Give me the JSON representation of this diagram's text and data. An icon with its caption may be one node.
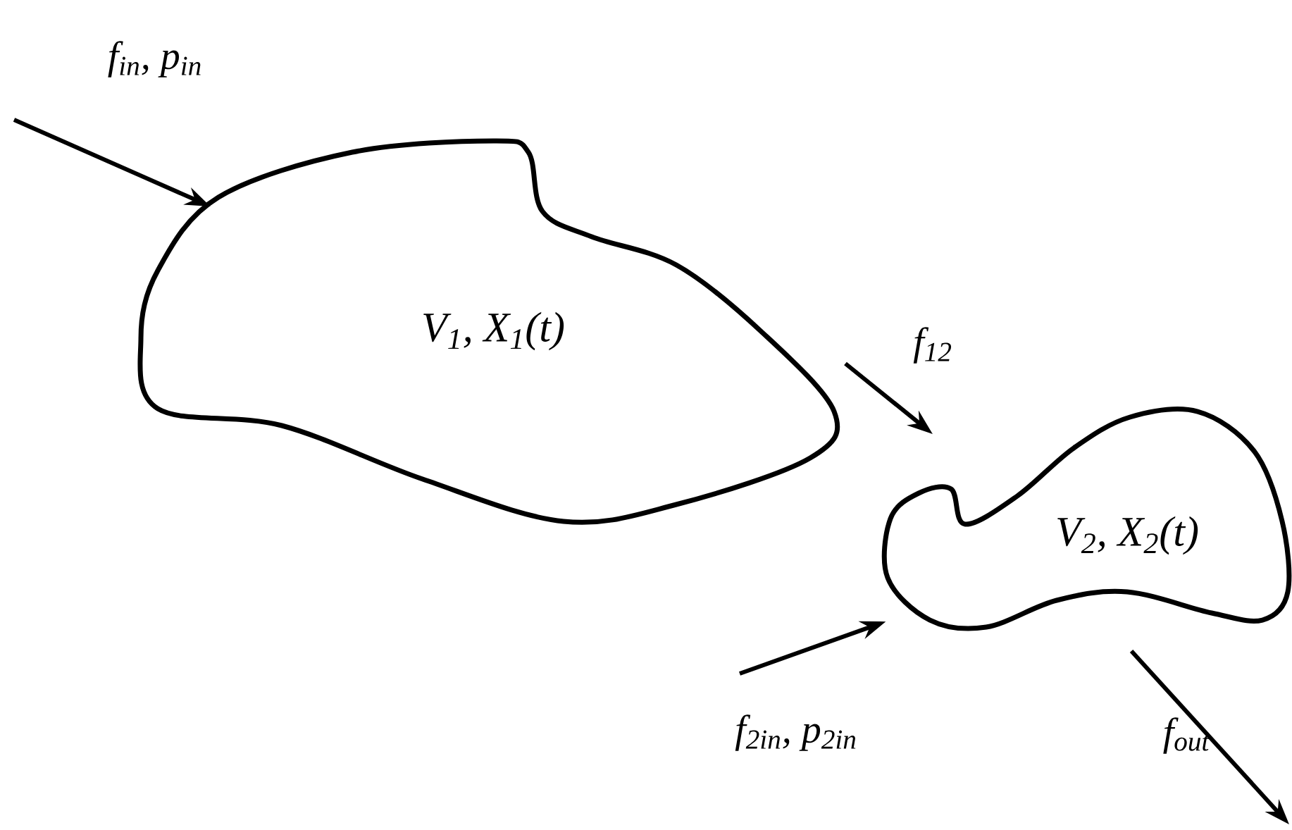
{
  "diagram": {
    "nodes": [
      {
        "text": [
          "V$_{1}$, X$_{1}$(t)"
        ]
      },
      {
        "text": [
          "V$_{2}$, X$_{2}$(t)"
        ]
      }
    ],
    "edges": [
      {
        "from": null,
        "to": 0,
        "arrow": "to",
        "label": "f$_{in}$, p$_{in}$"
      },
      {
        "from": 0,
        "to": 1,
        "arrow": "to",
        "label": "f$_{12}$"
      },
      {
        "from": null,
        "to": 1,
        "arrow": "to",
        "label": "f$_{2in}$, p$_{2in}$"
      },
      {
        "from": 1,
        "to": null,
        "arrow": "to",
        "label": "f$_{out}$"
      }
    ]
  }
}
